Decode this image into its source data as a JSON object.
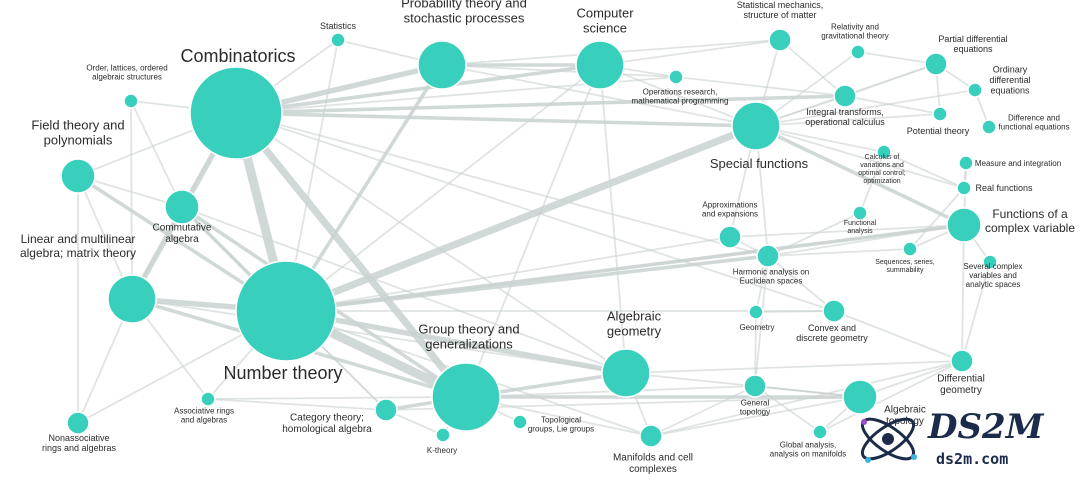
{
  "colors": {
    "node": "#38d0bc",
    "edge": "#c9d2d1",
    "label": "#2b2b2b",
    "logo": "#1c2b4a"
  },
  "nodes": [
    {
      "id": "combinatorics",
      "label": [
        "Combinatorics"
      ],
      "tier": 6
    },
    {
      "id": "number-theory",
      "label": [
        "Number theory"
      ],
      "tier": 7
    },
    {
      "id": "probability",
      "label": [
        "Probability theory and",
        "stochastic processes"
      ],
      "tier": 4
    },
    {
      "id": "computer-science",
      "label": [
        "Computer",
        "science"
      ],
      "tier": 4
    },
    {
      "id": "statistics",
      "label": [
        "Statistics"
      ],
      "tier": 1
    },
    {
      "id": "statistical-mechanics",
      "label": [
        "Statistical mechanics,",
        "structure of matter"
      ],
      "tier": 2
    },
    {
      "id": "relativity",
      "label": [
        "Relativity and",
        "gravitational theory"
      ],
      "tier": 1
    },
    {
      "id": "pde",
      "label": [
        "Partial differential",
        "equations"
      ],
      "tier": 2
    },
    {
      "id": "ode",
      "label": [
        "Ordinary",
        "differential",
        "equations"
      ],
      "tier": 1
    },
    {
      "id": "difference-eq",
      "label": [
        "Difference and",
        "functional equations"
      ],
      "tier": 1
    },
    {
      "id": "potential-theory",
      "label": [
        "Potential theory"
      ],
      "tier": 1
    },
    {
      "id": "order-lattices",
      "label": [
        "Order, lattices, ordered",
        "algebraic structures"
      ],
      "tier": 1
    },
    {
      "id": "field-theory",
      "label": [
        "Field theory and",
        "polynomials"
      ],
      "tier": 3
    },
    {
      "id": "commutative-algebra",
      "label": [
        "Commutative",
        "algebra"
      ],
      "tier": 3
    },
    {
      "id": "linear-algebra",
      "label": [
        "Linear and multilinear",
        "algebra; matrix theory"
      ],
      "tier": 4
    },
    {
      "id": "operations-research",
      "label": [
        "Operations research,",
        "mathematical programming"
      ],
      "tier": 1
    },
    {
      "id": "integral-transforms",
      "label": [
        "Integral transforms,",
        "operational calculus"
      ],
      "tier": 2
    },
    {
      "id": "special-functions",
      "label": [
        "Special functions"
      ],
      "tier": 4
    },
    {
      "id": "calculus-of-variations",
      "label": [
        "Calculus of",
        "variations and",
        "optimal control;",
        "optimization"
      ],
      "tier": 1
    },
    {
      "id": "measure-integration",
      "label": [
        "Measure and integration"
      ],
      "tier": 1
    },
    {
      "id": "real-functions",
      "label": [
        "Real functions"
      ],
      "tier": 1
    },
    {
      "id": "functions-complex",
      "label": [
        "Functions of a",
        "complex variable"
      ],
      "tier": 3
    },
    {
      "id": "approximations",
      "label": [
        "Approximations",
        "and expansions"
      ],
      "tier": 2
    },
    {
      "id": "functional-analysis",
      "label": [
        "Functional",
        "analysis"
      ],
      "tier": 1
    },
    {
      "id": "harmonic-analysis",
      "label": [
        "Harmonic analysis on",
        "Euclidean spaces"
      ],
      "tier": 2
    },
    {
      "id": "sequences-series",
      "label": [
        "Sequences, series,",
        "summability"
      ],
      "tier": 1
    },
    {
      "id": "several-complex",
      "label": [
        "Several complex",
        "variables and",
        "analytic spaces"
      ],
      "tier": 1
    },
    {
      "id": "geometry",
      "label": [
        "Geometry"
      ],
      "tier": 1
    },
    {
      "id": "convex-geometry",
      "label": [
        "Convex and",
        "discrete geometry"
      ],
      "tier": 2
    },
    {
      "id": "algebraic-geometry",
      "label": [
        "Algebraic",
        "geometry"
      ],
      "tier": 4
    },
    {
      "id": "differential-geometry",
      "label": [
        "Differential",
        "geometry"
      ],
      "tier": 2
    },
    {
      "id": "group-theory",
      "label": [
        "Group theory and",
        "generalizations"
      ],
      "tier": 5
    },
    {
      "id": "associative-rings",
      "label": [
        "Associative rings",
        "and algebras"
      ],
      "tier": 1
    },
    {
      "id": "nonassociative-rings",
      "label": [
        "Nonassociative",
        "rings and algebras"
      ],
      "tier": 2
    },
    {
      "id": "category-theory",
      "label": [
        "Category theory;",
        "homological algebra"
      ],
      "tier": 2
    },
    {
      "id": "k-theory",
      "label": [
        "K-theory"
      ],
      "tier": 1
    },
    {
      "id": "topological-groups",
      "label": [
        "Topological",
        "groups, Lie groups"
      ],
      "tier": 1
    },
    {
      "id": "manifolds",
      "label": [
        "Manifolds and cell",
        "complexes"
      ],
      "tier": 2
    },
    {
      "id": "general-topology",
      "label": [
        "General",
        "topology"
      ],
      "tier": 2
    },
    {
      "id": "global-analysis",
      "label": [
        "Global analysis,",
        "analysis on manifolds"
      ],
      "tier": 1
    },
    {
      "id": "algebraic-topology",
      "label": [
        "Algebraic",
        "topology"
      ],
      "tier": 3
    }
  ],
  "edges": [
    [
      "combinatorics",
      "number-theory",
      5
    ],
    [
      "combinatorics",
      "group-theory",
      4
    ],
    [
      "number-theory",
      "group-theory",
      5
    ],
    [
      "number-theory",
      "special-functions",
      4
    ],
    [
      "combinatorics",
      "probability",
      3
    ],
    [
      "combinatorics",
      "computer-science",
      2
    ],
    [
      "number-theory",
      "algebraic-geometry",
      3
    ],
    [
      "number-theory",
      "linear-algebra",
      3
    ],
    [
      "combinatorics",
      "linear-algebra",
      3
    ],
    [
      "number-theory",
      "field-theory",
      2
    ],
    [
      "number-theory",
      "commutative-algebra",
      2
    ],
    [
      "number-theory",
      "functions-complex",
      2
    ],
    [
      "probability",
      "computer-science",
      2
    ],
    [
      "combinatorics",
      "special-functions",
      2
    ],
    [
      "combinatorics",
      "integral-transforms",
      2
    ],
    [
      "group-theory",
      "algebraic-geometry",
      2
    ],
    [
      "group-theory",
      "linear-algebra",
      2
    ],
    [
      "group-theory",
      "category-theory",
      2
    ],
    [
      "group-theory",
      "manifolds",
      1
    ],
    [
      "group-theory",
      "algebraic-topology",
      2
    ],
    [
      "number-theory",
      "harmonic-analysis",
      2
    ],
    [
      "number-theory",
      "probability",
      2
    ],
    [
      "combinatorics",
      "order-lattices",
      1
    ],
    [
      "combinatorics",
      "statistics",
      1
    ],
    [
      "combinatorics",
      "field-theory",
      1
    ],
    [
      "combinatorics",
      "commutative-algebra",
      1
    ],
    [
      "combinatorics",
      "convex-geometry",
      1
    ],
    [
      "combinatorics",
      "operations-research",
      1
    ],
    [
      "special-functions",
      "approximations",
      1
    ],
    [
      "special-functions",
      "harmonic-analysis",
      1
    ],
    [
      "special-functions",
      "functions-complex",
      2
    ],
    [
      "special-functions",
      "integral-transforms",
      1
    ],
    [
      "special-functions",
      "statistical-mechanics",
      1
    ],
    [
      "special-functions",
      "pde",
      1
    ],
    [
      "special-functions",
      "ode",
      1
    ],
    [
      "special-functions",
      "potential-theory",
      1
    ],
    [
      "special-functions",
      "calculus-of-variations",
      1
    ],
    [
      "special-functions",
      "real-functions",
      1
    ],
    [
      "functions-complex",
      "harmonic-analysis",
      1
    ],
    [
      "functions-complex",
      "approximations",
      1
    ],
    [
      "functions-complex",
      "sequences-series",
      1
    ],
    [
      "functions-complex",
      "several-complex",
      1
    ],
    [
      "functions-complex",
      "differential-geometry",
      1
    ],
    [
      "functions-complex",
      "measure-integration",
      1
    ],
    [
      "algebraic-geometry",
      "algebraic-topology",
      1
    ],
    [
      "algebraic-geometry",
      "commutative-algebra",
      1
    ],
    [
      "algebraic-geometry",
      "differential-geometry",
      1
    ],
    [
      "algebraic-geometry",
      "manifolds",
      1
    ],
    [
      "algebraic-topology",
      "general-topology",
      1
    ],
    [
      "algebraic-topology",
      "manifolds",
      1
    ],
    [
      "algebraic-topology",
      "global-analysis",
      1
    ],
    [
      "algebraic-topology",
      "differential-geometry",
      1
    ],
    [
      "convex-geometry",
      "geometry",
      1
    ],
    [
      "convex-geometry",
      "differential-geometry",
      1
    ],
    [
      "convex-geometry",
      "harmonic-analysis",
      1
    ],
    [
      "linear-algebra",
      "field-theory",
      1
    ],
    [
      "linear-algebra",
      "nonassociative-rings",
      1
    ],
    [
      "linear-algebra",
      "commutative-algebra",
      1
    ],
    [
      "linear-algebra",
      "associative-rings",
      1
    ],
    [
      "linear-algebra",
      "algebraic-geometry",
      1
    ],
    [
      "field-theory",
      "commutative-algebra",
      1
    ],
    [
      "field-theory",
      "nonassociative-rings",
      1
    ],
    [
      "category-theory",
      "k-theory",
      1
    ],
    [
      "category-theory",
      "associative-rings",
      1
    ],
    [
      "category-theory",
      "algebraic-topology",
      1
    ],
    [
      "group-theory",
      "k-theory",
      1
    ],
    [
      "group-theory",
      "topological-groups",
      1
    ],
    [
      "group-theory",
      "associative-rings",
      1
    ],
    [
      "group-theory",
      "general-topology",
      1
    ],
    [
      "probability",
      "statistics",
      1
    ],
    [
      "probability",
      "statistical-mechanics",
      1
    ],
    [
      "probability",
      "special-functions",
      1
    ],
    [
      "probability",
      "operations-research",
      1
    ],
    [
      "computer-science",
      "operations-research",
      1
    ],
    [
      "computer-science",
      "special-functions",
      1
    ],
    [
      "computer-science",
      "algebraic-geometry",
      1
    ],
    [
      "computer-science",
      "statistical-mechanics",
      1
    ],
    [
      "statistical-mechanics",
      "integral-transforms",
      1
    ],
    [
      "pde",
      "integral-transforms",
      1
    ],
    [
      "pde",
      "ode",
      1
    ],
    [
      "pde",
      "potential-theory",
      1
    ],
    [
      "ode",
      "difference-eq",
      1
    ],
    [
      "potential-theory",
      "integral-transforms",
      1
    ],
    [
      "relativity",
      "pde",
      1
    ],
    [
      "relativity",
      "special-functions",
      1
    ],
    [
      "integral-transforms",
      "operations-research",
      1
    ],
    [
      "harmonic-analysis",
      "approximations",
      1
    ],
    [
      "harmonic-analysis",
      "geometry",
      1
    ],
    [
      "harmonic-analysis",
      "general-topology",
      1
    ],
    [
      "harmonic-analysis",
      "sequences-series",
      1
    ],
    [
      "functional-analysis",
      "harmonic-analysis",
      1
    ],
    [
      "functional-analysis",
      "calculus-of-variations",
      1
    ],
    [
      "calculus-of-variations",
      "real-functions",
      1
    ],
    [
      "real-functions",
      "measure-integration",
      1
    ],
    [
      "real-functions",
      "sequences-series",
      1
    ],
    [
      "differential-geometry",
      "global-analysis",
      1
    ],
    [
      "differential-geometry",
      "several-complex",
      1
    ],
    [
      "geometry",
      "general-topology",
      1
    ],
    [
      "manifolds",
      "general-topology",
      1
    ],
    [
      "manifolds",
      "differential-geometry",
      1
    ],
    [
      "number-theory",
      "manifolds",
      1
    ],
    [
      "number-theory",
      "category-theory",
      1
    ],
    [
      "number-theory",
      "associative-rings",
      1
    ],
    [
      "number-theory",
      "approximations",
      1
    ],
    [
      "number-theory",
      "convex-geometry",
      1
    ],
    [
      "number-theory",
      "nonassociative-rings",
      1
    ],
    [
      "combinatorics",
      "algebraic-geometry",
      1
    ],
    [
      "combinatorics",
      "harmonic-analysis",
      1
    ],
    [
      "commutative-algebra",
      "category-theory",
      1
    ],
    [
      "commutative-algebra",
      "group-theory",
      2
    ],
    [
      "order-lattices",
      "linear-algebra",
      1
    ],
    [
      "order-lattices",
      "commutative-algebra",
      1
    ],
    [
      "statistics",
      "number-theory",
      1
    ],
    [
      "computer-science",
      "number-theory",
      1
    ],
    [
      "computer-science",
      "group-theory",
      1
    ],
    [
      "algebraic-topology",
      "general-topology",
      1
    ],
    [
      "global-analysis",
      "general-topology",
      1
    ],
    [
      "functions-complex",
      "number-theory",
      1
    ]
  ],
  "logo": {
    "brand": "DS2M",
    "domain": "ds2m.com"
  }
}
